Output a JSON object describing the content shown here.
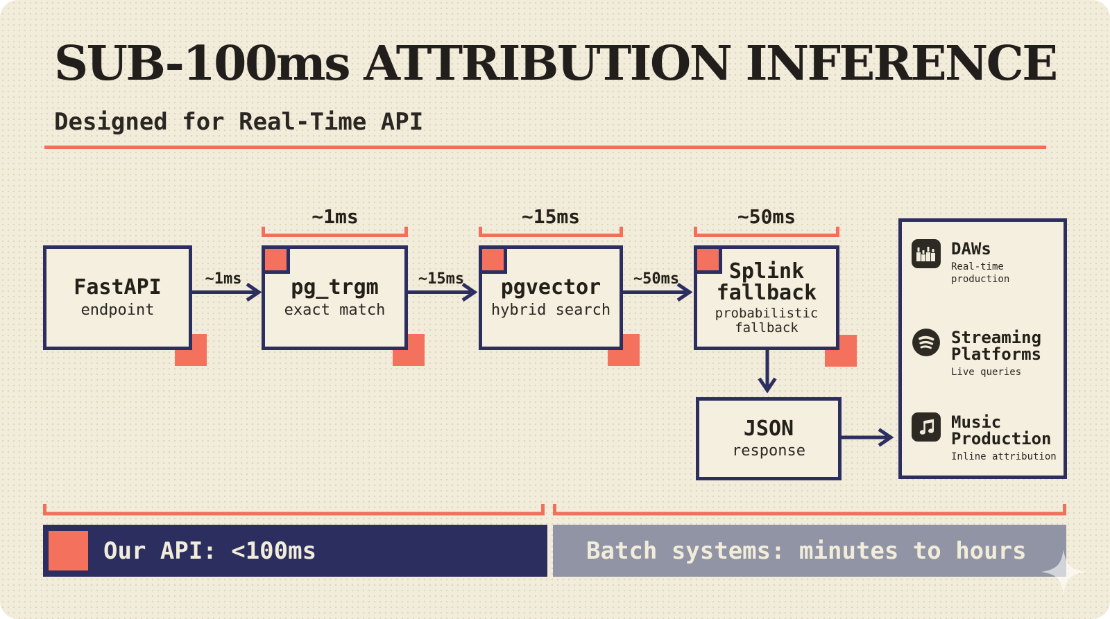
{
  "header": {
    "title": "SUB-100ms ATTRIBUTION INFERENCE",
    "subtitle": "Designed for Real-Time API"
  },
  "flow": {
    "boxes": [
      {
        "title": "FastAPI",
        "subtitle": "endpoint"
      },
      {
        "title": "pg_trgm",
        "subtitle": "exact match",
        "bracket_label": "~1ms"
      },
      {
        "title": "pgvector",
        "subtitle": "hybrid search",
        "bracket_label": "~15ms"
      },
      {
        "title": "Splink fallback",
        "subtitle": "probabilistic fallback",
        "bracket_label": "~50ms"
      }
    ],
    "arrows": [
      {
        "label": "~1ms"
      },
      {
        "label": "~15ms"
      },
      {
        "label": "~50ms"
      }
    ],
    "response_box": {
      "title": "JSON",
      "subtitle": "response"
    }
  },
  "destinations": {
    "items": [
      {
        "icon": "daw-icon",
        "title": "DAWs",
        "subtitle": "Real-time production"
      },
      {
        "icon": "streaming-icon",
        "title": "Streaming Platforms",
        "subtitle": "Live queries"
      },
      {
        "icon": "music-note-icon",
        "title": "Music Production",
        "subtitle": "Inline attribution"
      }
    ]
  },
  "comparison": {
    "ours": "Our API: <100ms",
    "batch": "Batch systems: minutes to hours"
  },
  "colors": {
    "navy": "#2b2e5f",
    "coral": "#f4715e",
    "cream": "#f2ecdb",
    "gray": "#9094a4",
    "ink": "#232019"
  }
}
